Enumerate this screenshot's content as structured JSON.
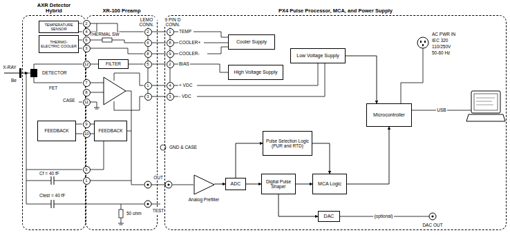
{
  "diagram": {
    "nodes": [
      {
        "text": [
          "AXR Detector Hybrid"
        ]
      },
      {
        "text": [
          "TEMPERATURE SENSOR"
        ],
        "in": 0
      },
      {
        "text": [
          "THERMO-ELECTRIC COOLER"
        ],
        "in": 0
      },
      {
        "text": [
          "FEEDBACK"
        ],
        "in": 0
      },
      {
        "text": [
          "XR-100 Preamp"
        ]
      },
      {
        "text": [
          "FILTER"
        ],
        "in": 4
      },
      {
        "text": [
          "FEEDBACK"
        ],
        "in": 4
      },
      {
        "text": [
          "PX4 Pulse Processor, MCA, and Power Supply"
        ]
      },
      {
        "text": [
          "Cooler Supply"
        ],
        "in": 7
      },
      {
        "text": [
          "High Voltage Supply"
        ],
        "in": 7
      },
      {
        "text": [
          "Low Voltage Supply"
        ],
        "in": 7
      },
      {
        "text": [
          "Microcontroller"
        ],
        "in": 7
      },
      {
        "text": [
          "Pulse Selection Logic",
          "(PUR and RTD)"
        ],
        "in": 7
      },
      {
        "text": [
          "Analog Prefilter"
        ],
        "in": 7
      },
      {
        "text": [
          "ADC"
        ],
        "in": 7
      },
      {
        "text": [
          "Digital Pulse Shaper"
        ],
        "in": 7
      },
      {
        "text": [
          "MCA Logic"
        ],
        "in": 7
      },
      {
        "text": [
          "DAC"
        ],
        "in": 7
      }
    ],
    "edges": [
      {
        "from": 13,
        "to": 14,
        "arrow": "to"
      },
      {
        "from": 14,
        "to": 15,
        "arrow": "to"
      },
      {
        "from": 14,
        "to": 12,
        "arrow": "to"
      },
      {
        "from": 12,
        "to": 16,
        "arrow": "to"
      },
      {
        "from": 15,
        "to": 16,
        "arrow": "to"
      },
      {
        "from": 15,
        "to": 17,
        "arrow": "to"
      },
      {
        "from": 16,
        "to": 11,
        "arrow": "to"
      },
      {
        "from": 10,
        "to": 11,
        "arrow": "to"
      }
    ],
    "labels": [
      "X-RAY",
      "Be",
      "DETECTOR",
      "FET",
      "CASE",
      "Cf = 40 fF",
      "Ctest = 40 fF",
      "THERMAL SW",
      "LEMO CONN.",
      "9 PIN D CONN.",
      "OUT",
      "TEST",
      "50 ohm",
      "TEMP",
      "COOLER+",
      "COOLER-",
      "BIAS",
      "+ VDC",
      "- VDC",
      "GND & CASE",
      "AC PWR IN",
      "IEC 320",
      "110/250V",
      "50-60 Hz",
      "USB",
      "(optional)",
      "DAC OUT",
      "2",
      "4",
      "6",
      "3",
      "12",
      "7",
      "8",
      "11",
      "9",
      "10",
      "5",
      "1",
      "2",
      "6",
      "8",
      "5",
      "1",
      "3",
      "1",
      "8",
      "9",
      "2",
      "4",
      "3"
    ]
  }
}
